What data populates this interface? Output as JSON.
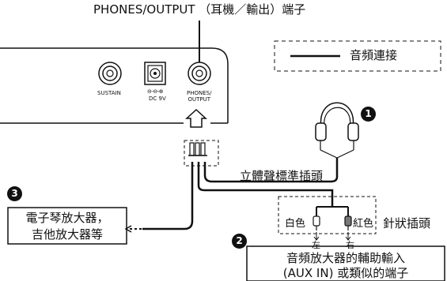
{
  "title": "PHONES/OUTPUT （耳機／輸出）端子",
  "legend": "音頻連接",
  "panel": {
    "sustain": "SUSTAIN",
    "dc_symbol": "⊖-⊖-⊕",
    "dc": "DC 9V",
    "phones_line1": "PHONES/",
    "phones_line2": "OUTPUT"
  },
  "stereo_plug": "立體聲標準插頭",
  "pin_plug": "針狀插頭",
  "white_label": "白色",
  "red_label": "紅色",
  "left_label": "左",
  "right_label": "右",
  "amp1_line1": "電子琴放大器，",
  "amp1_line2": "吉他放大器等",
  "amp2_line1": "音頻放大器的輔助輸入",
  "amp2_line2": "(AUX IN) 或類似的端子",
  "markers": {
    "m1": "1",
    "m2": "2",
    "m3": "3"
  }
}
